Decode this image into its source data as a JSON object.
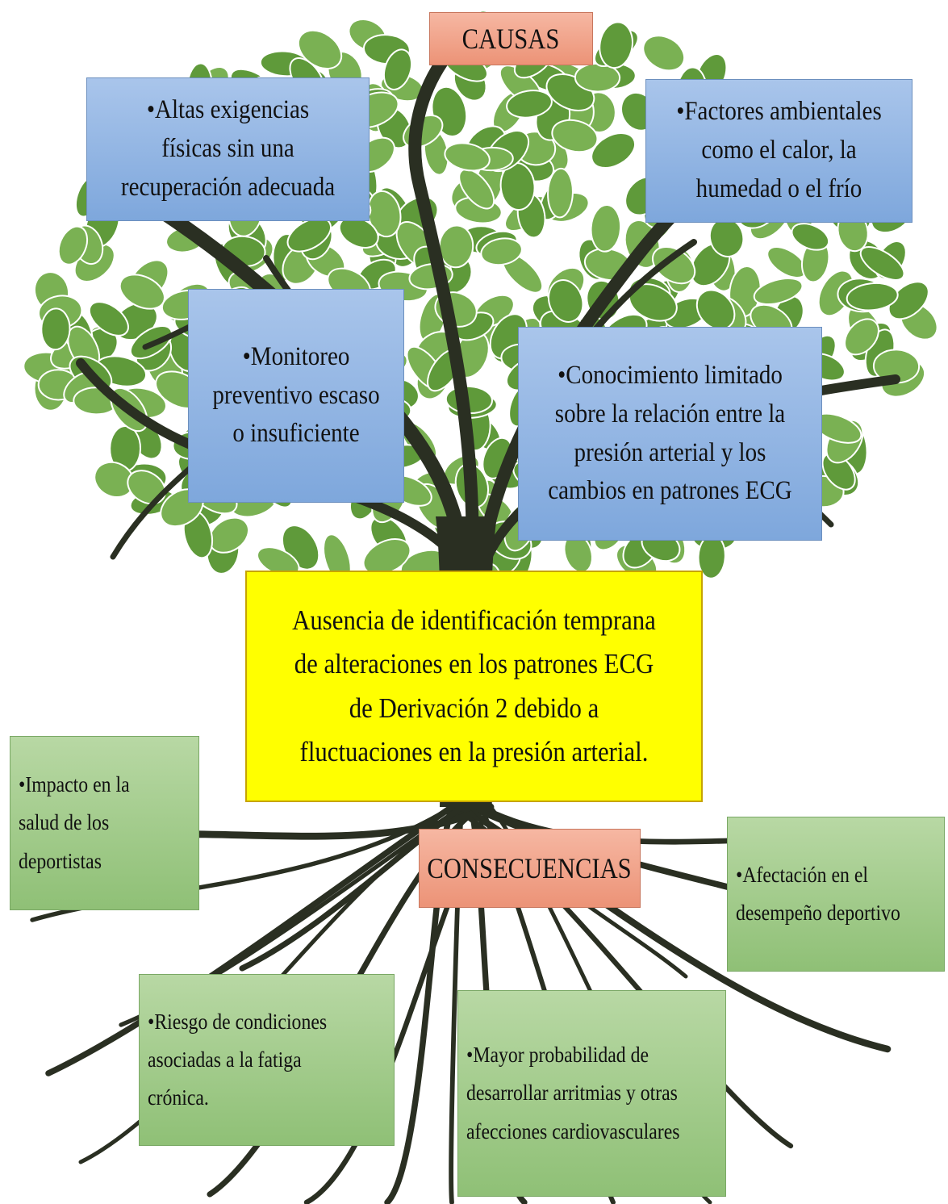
{
  "causes_label": "CAUSAS",
  "consequences_label": "CONSECUENCIAS",
  "causes": [
    "•Altas exigencias físicas sin una recuperación adecuada",
    "•Factores ambientales como el calor, la humedad o el frío",
    "•Monitoreo preventivo escaso o insuficiente",
    "•Conocimiento limitado sobre la relación entre la presión arterial y los cambios en patrones ECG"
  ],
  "problem": "Ausencia de identificación temprana de alteraciones en los patrones ECG de Derivación 2 debido a fluctuaciones en la presión arterial.",
  "consequences": [
    "•Impacto en la salud de los deportistas",
    "•Afectación en el desempeño deportivo",
    "•Riesgo de condiciones asociadas a la fatiga crónica.",
    "•Mayor probabilidad de desarrollar arritmias y otras afecciones cardiovasculares"
  ],
  "colors": {
    "causes_box": "#8fb3e3",
    "consequences_box": "#a3cc8c",
    "label_box": "#f2a48a",
    "problem_box": "#ffff00",
    "leaf": "#5f9a3a",
    "trunk": "#2a2f22"
  }
}
